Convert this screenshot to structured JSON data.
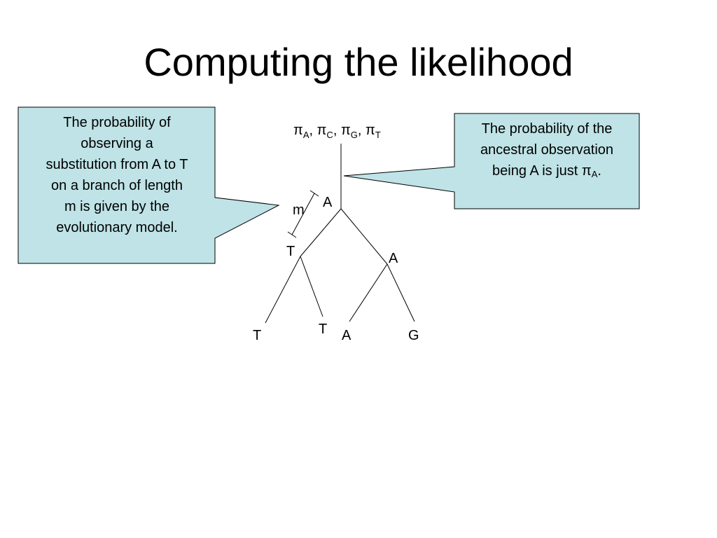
{
  "title": "Computing the likelihood",
  "callout_left": {
    "lines": [
      "The probability of",
      "observing a",
      "substitution from A to T",
      "on a branch of length",
      "m is given by the",
      "evolutionary model."
    ]
  },
  "callout_right": {
    "line1": "The probability of the",
    "line2": "ancestral observation",
    "line3_prefix": "being A is just π",
    "line3_sub": "A",
    "line3_suffix": "."
  },
  "root_priors": {
    "pi": "π",
    "sep": ", ",
    "subscripts": [
      "A",
      "C",
      "G",
      "T"
    ]
  },
  "tree": {
    "root_label": "A",
    "branch_length_label": "m",
    "internal_left_label": "T",
    "internal_right_label": "A",
    "leaves": [
      "T",
      "T",
      "A",
      "G"
    ]
  },
  "colors": {
    "callout_fill": "#bfe3e6",
    "callout_stroke": "#000000",
    "line": "#000000"
  }
}
